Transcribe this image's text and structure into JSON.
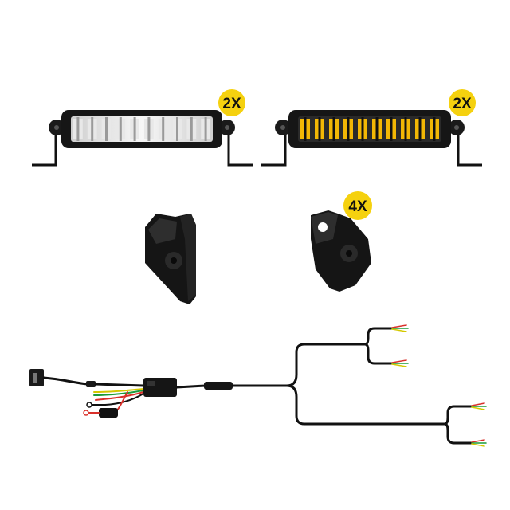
{
  "badges": {
    "white_bar_qty": "2X",
    "amber_bar_qty": "2X",
    "bracket_qty": "4X"
  },
  "colors": {
    "badge": "#f5d10f",
    "housing": "#161616",
    "led_white": "#e8e8e8",
    "led_amber": "#f2b705",
    "cable": "#111111"
  }
}
